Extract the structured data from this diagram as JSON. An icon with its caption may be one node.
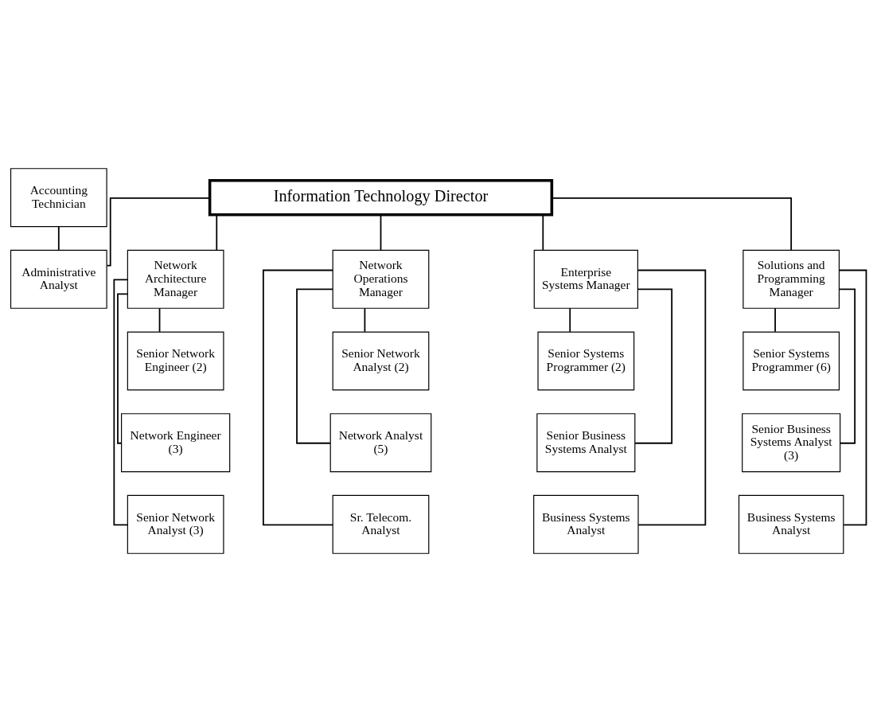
{
  "diagram": {
    "nodes": [
      {
        "text": [
          "Information Technology Director"
        ]
      },
      {
        "text": [
          "Accounting Technician"
        ]
      },
      {
        "text": [
          "Administrative Analyst"
        ]
      },
      {
        "text": [
          "Network Architecture Manager"
        ]
      },
      {
        "text": [
          "Network Operations Manager"
        ]
      },
      {
        "text": [
          "Enterprise Systems Manager"
        ]
      },
      {
        "text": [
          "Solutions and Programming Manager"
        ]
      },
      {
        "text": [
          "Senior Network Engineer (2)"
        ]
      },
      {
        "text": [
          "Network Engineer (3)"
        ]
      },
      {
        "text": [
          "Senior Network Analyst (3)"
        ]
      },
      {
        "text": [
          "Senior Network Analyst (2)"
        ]
      },
      {
        "text": [
          "Network Analyst (5)"
        ]
      },
      {
        "text": [
          "Sr. Telecom. Analyst"
        ]
      },
      {
        "text": [
          "Senior Systems Programmer (2)"
        ]
      },
      {
        "text": [
          "Senior Business Systems Analyst"
        ]
      },
      {
        "text": [
          "Business Systems Analyst"
        ]
      },
      {
        "text": [
          "Senior Systems Programmer (6)"
        ]
      },
      {
        "text": [
          "Senior Business Systems Analyst (3)"
        ]
      },
      {
        "text": [
          "Business Systems Analyst"
        ]
      }
    ],
    "edges": [
      {
        "from": 0,
        "to": 2,
        "arrow": "none"
      },
      {
        "from": 1,
        "to": 2,
        "arrow": "none"
      },
      {
        "from": 0,
        "to": 3,
        "arrow": "none"
      },
      {
        "from": 0,
        "to": 4,
        "arrow": "none"
      },
      {
        "from": 0,
        "to": 5,
        "arrow": "none"
      },
      {
        "from": 0,
        "to": 6,
        "arrow": "none"
      },
      {
        "from": 3,
        "to": 7,
        "arrow": "none"
      },
      {
        "from": 3,
        "to": 8,
        "arrow": "none"
      },
      {
        "from": 3,
        "to": 9,
        "arrow": "none"
      },
      {
        "from": 4,
        "to": 10,
        "arrow": "none"
      },
      {
        "from": 4,
        "to": 11,
        "arrow": "none"
      },
      {
        "from": 4,
        "to": 12,
        "arrow": "none"
      },
      {
        "from": 5,
        "to": 13,
        "arrow": "none"
      },
      {
        "from": 5,
        "to": 14,
        "arrow": "none"
      },
      {
        "from": 5,
        "to": 15,
        "arrow": "none"
      },
      {
        "from": 6,
        "to": 16,
        "arrow": "none"
      },
      {
        "from": 6,
        "to": 17,
        "arrow": "none"
      },
      {
        "from": 6,
        "to": 18,
        "arrow": "none"
      }
    ]
  }
}
